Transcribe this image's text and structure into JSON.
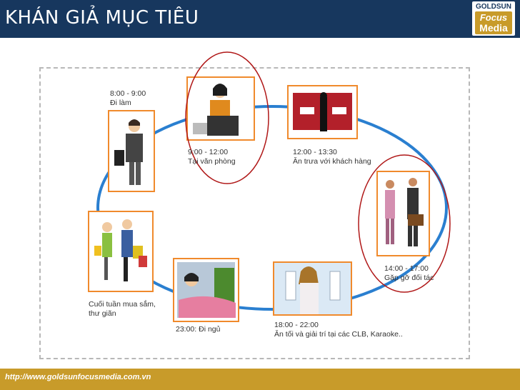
{
  "slide": {
    "title": "KHÁN GIẢ MỤC TIÊU",
    "footer_url": "http://www.goldsunfocusmedia.com.vn"
  },
  "logo": {
    "brand_top": "GOLDSUN",
    "brand_line1": "Focus",
    "brand_line2": "Media"
  },
  "schedule": [
    {
      "time": "8:00 - 9:00",
      "activity": "Đi làm"
    },
    {
      "time": "9:00 - 12:00",
      "activity": "Tại văn phòng"
    },
    {
      "time": "12:00 - 13:30",
      "activity": "Ăn trưa với khách hàng"
    },
    {
      "time": "14:00 - 17:00",
      "activity": "Gặp gỡ đối tác"
    },
    {
      "time": "18:00 - 22:00",
      "activity": "Ăn tối và giải trí tại các CLB, Karaoke.."
    },
    {
      "time": "23:00:",
      "activity": "Đi ngủ"
    },
    {
      "time": "Cuối tuần mua sắm,",
      "activity": "thư giãn"
    }
  ],
  "colors": {
    "header": "#17375e",
    "footer": "#c89b2a",
    "circle": "#2a7fd0",
    "frame_border": "#f08a2c",
    "highlight": "#b01818"
  }
}
